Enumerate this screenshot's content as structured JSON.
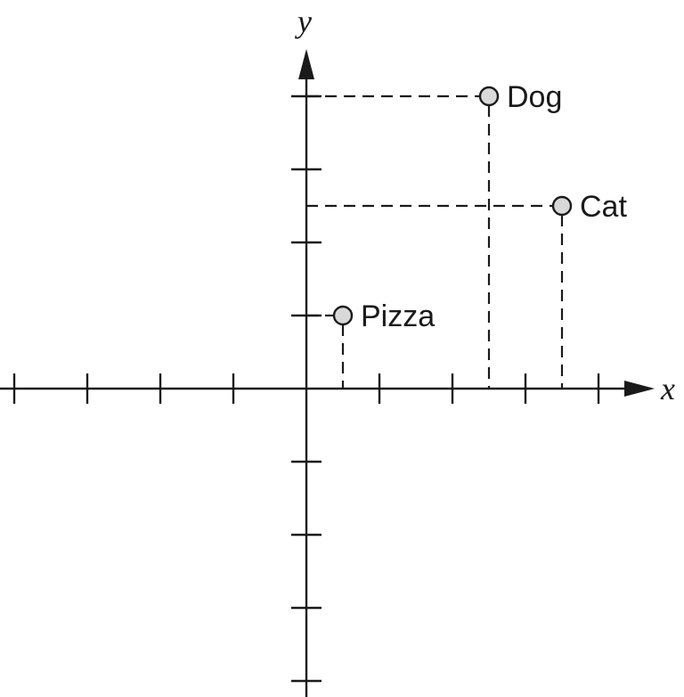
{
  "chart_data": {
    "type": "scatter",
    "xlabel": "x",
    "ylabel": "y",
    "xlim": [
      -4.2,
      4.9
    ],
    "ylim": [
      -4.1,
      4.2
    ],
    "x_ticks": [
      -4,
      -3,
      -2,
      -1,
      1,
      2,
      3,
      4
    ],
    "y_ticks": [
      -4,
      -3,
      -2,
      -1,
      1,
      2,
      3,
      4
    ],
    "grid": false,
    "guide_lines": "dashed projections to both axes",
    "points": [
      {
        "label": "Dog",
        "x": 2.5,
        "y": 4
      },
      {
        "label": "Cat",
        "x": 3.5,
        "y": 2.5
      },
      {
        "label": "Pizza",
        "x": 0.5,
        "y": 1
      }
    ]
  }
}
